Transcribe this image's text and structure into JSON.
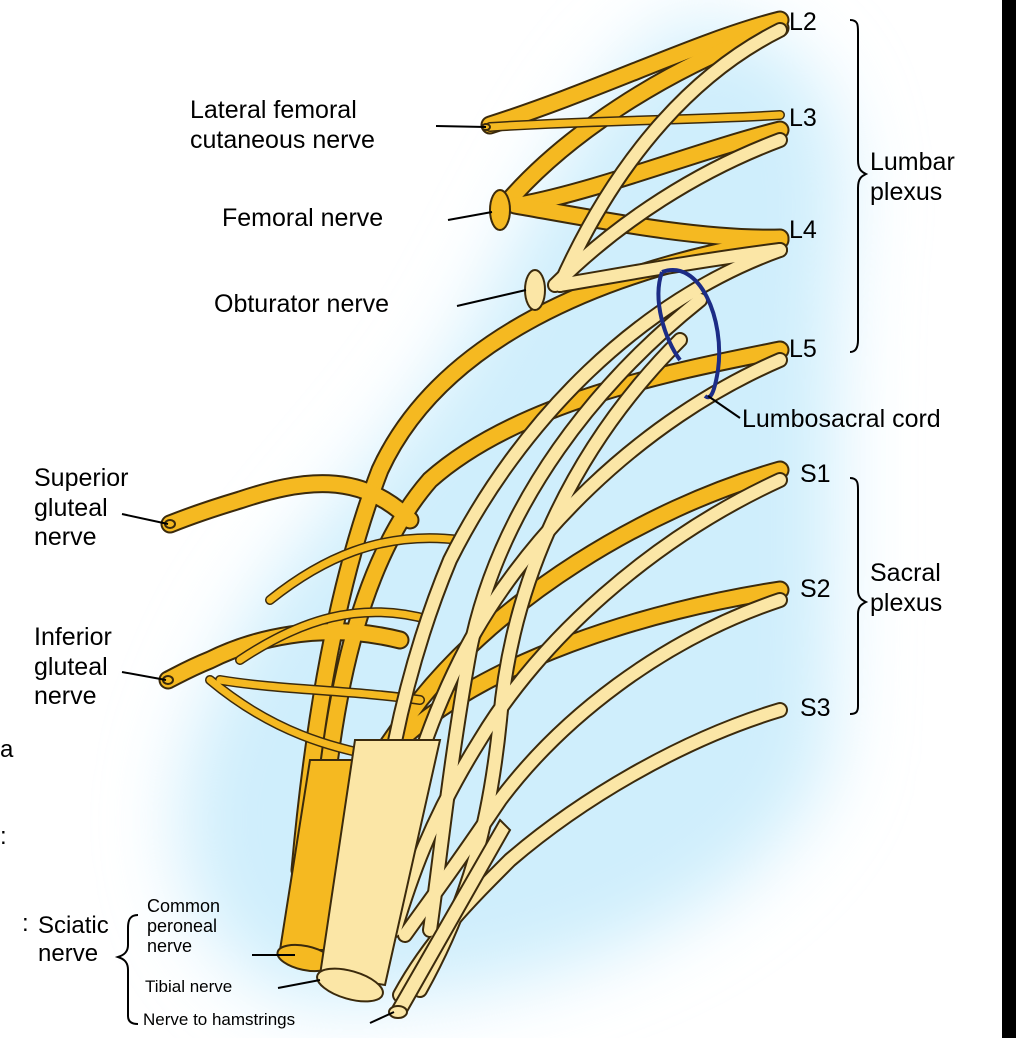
{
  "labels": {
    "lateral_femoral": "Lateral femoral\ncutaneous nerve",
    "femoral": "Femoral nerve",
    "obturator": "Obturator nerve",
    "superior_gluteal": "Superior\ngluteal\nnerve",
    "inferior_gluteal": "Inferior\ngluteal\nnerve",
    "sciatic": "Sciatic\nnerve",
    "common_peroneal": "Common\nperoneal\nnerve",
    "tibial": "Tibial nerve",
    "hamstrings": "Nerve to hamstrings",
    "lumbosacral_cord": "Lumbosacral cord",
    "l2": "L2",
    "l3": "L3",
    "l4": "L4",
    "l5": "L5",
    "s1": "S1",
    "s2": "S2",
    "s3": "S3",
    "lumbar_plexus": "Lumbar\nplexus",
    "sacral_plexus": "Sacral\nplexus"
  },
  "fragments": {
    "a": "a",
    "colon1": ":",
    "colon2": ":"
  },
  "colors": {
    "background_glow": "#cfeefc",
    "nerve_dark": "#f5b921",
    "nerve_light": "#fbe6a6",
    "nerve_outline": "#3b2a0c",
    "lumbosacral_cord": "#1c2c86",
    "edge_bar": "#000000"
  }
}
